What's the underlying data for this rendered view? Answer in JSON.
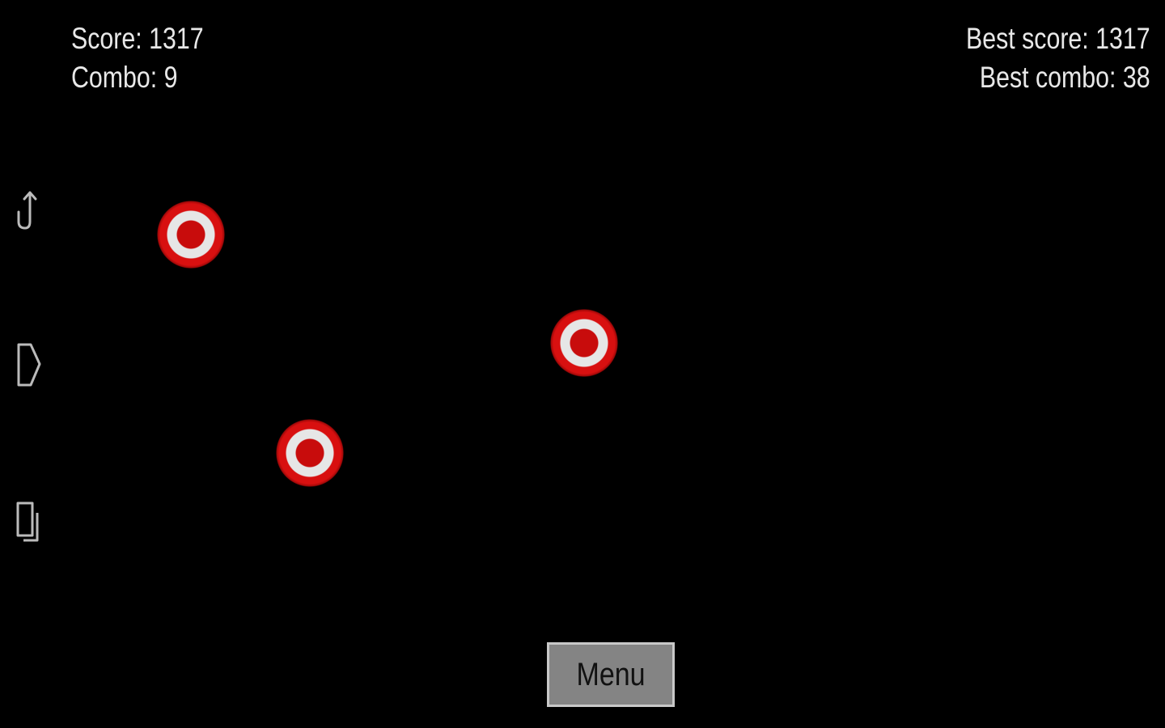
{
  "hud": {
    "score": "Score: 1317",
    "combo": "Combo: 9",
    "best_score": "Best score: 1317",
    "best_combo": "Best combo: 38"
  },
  "side_icons": [
    "undo-arrow-icon",
    "label-tag-icon",
    "copy-icon"
  ],
  "targets_count": 3,
  "menu_button": {
    "label": "Menu"
  },
  "colors": {
    "background": "#000000",
    "target_red": "#d81010",
    "target_white": "#e6e6e6",
    "button": "#848484"
  }
}
